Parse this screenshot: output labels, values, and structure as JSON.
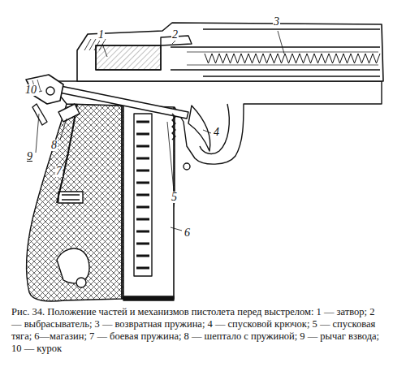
{
  "diagram": {
    "caption": "Рис. 34. Положение частей и механизмов пистолета перед выстрелом: 1 — затвор; 2 — выбрасыватель; 3 — возвратная пружина; 4 — спусковой крючок; 5 — спусковая тяга; 6—магазин; 7 — боевая пружина; 8 — шептало с пружиной; 9 — рычаг взвода; 10 — курок",
    "labels": [
      "1",
      "2",
      "3",
      "4",
      "5",
      "6",
      "7",
      "8",
      "9",
      "10"
    ]
  }
}
